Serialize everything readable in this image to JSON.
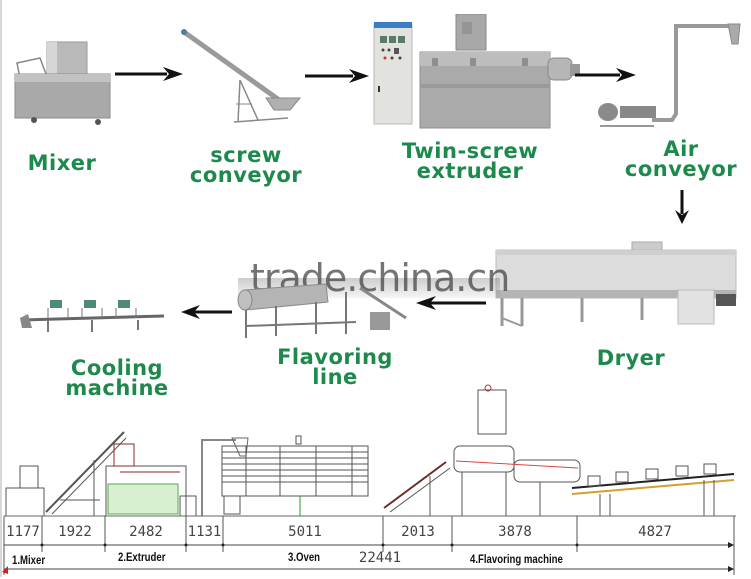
{
  "process_flow": {
    "steps": [
      {
        "id": "mixer",
        "label_lines": [
          "Mixer"
        ]
      },
      {
        "id": "screw-conveyor",
        "label_lines": [
          "screw",
          "conveyor"
        ]
      },
      {
        "id": "twin-screw-extruder",
        "label_lines": [
          "Twin-screw",
          "extruder"
        ]
      },
      {
        "id": "air-conveyor",
        "label_lines": [
          "Air",
          "conveyor"
        ]
      },
      {
        "id": "dryer",
        "label_lines": [
          "Dryer"
        ]
      },
      {
        "id": "flavoring-line",
        "label_lines": [
          "Flavoring",
          "line"
        ]
      },
      {
        "id": "cooling-machine",
        "label_lines": [
          "Cooling",
          "machine"
        ]
      }
    ],
    "arrows": [
      "right",
      "right",
      "right",
      "down",
      "left",
      "left"
    ],
    "label_color": "#1d8a4c"
  },
  "watermark": "trade.china.cn",
  "schematic": {
    "segment_dimensions": [
      "1177",
      "1922",
      "2482",
      "1131",
      "5011",
      "2013",
      "3878",
      "4827"
    ],
    "total_dimension": "22441",
    "sections": [
      "1.Mixer",
      "2.Extruder",
      "3.Oven",
      "4.Flavoring machine"
    ]
  }
}
